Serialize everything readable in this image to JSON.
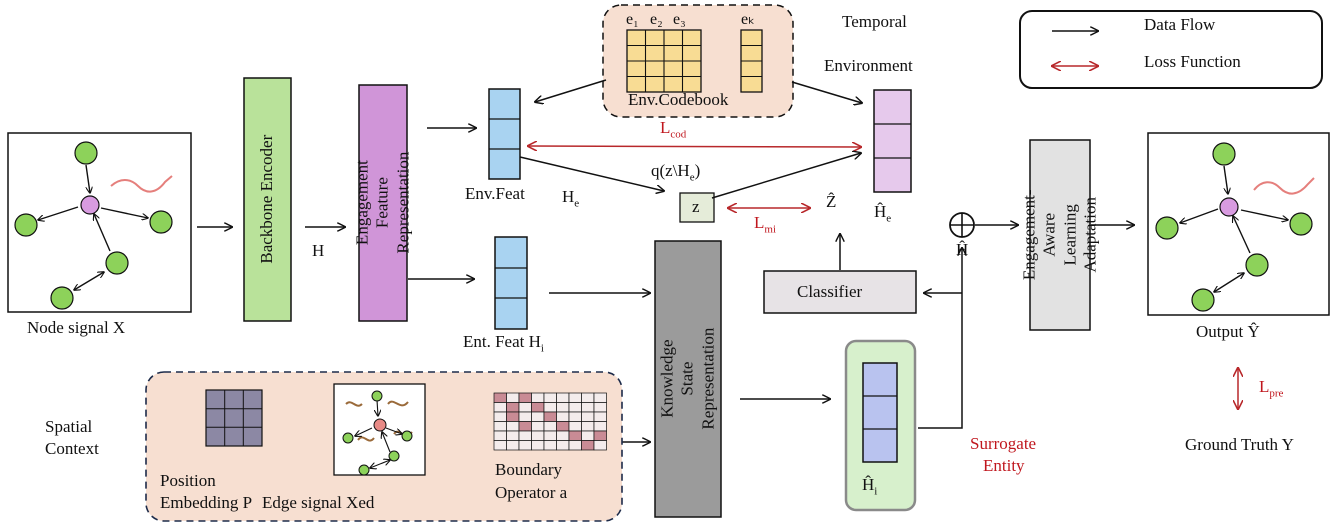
{
  "legend": {
    "data_flow": "Data Flow",
    "loss_function": "Loss Function"
  },
  "labels": {
    "node_signal": "Node signal X",
    "h": "H",
    "backbone": "Backbone Encoder",
    "engagement_feature": "Engagement Feature Representation",
    "env_feat": "Env.Feat",
    "env_codebook": "Env.Codebook",
    "codebook_entries": [
      "e₁",
      "e₂",
      "e₃",
      "eₖ"
    ],
    "temporal": "Temporal",
    "environment": "Environment",
    "l_cod": "L",
    "l_cod_sub": "cod",
    "q_z": "q(z\\H",
    "q_z_sub": "e",
    "q_z_close": ")",
    "h_e": "H",
    "h_e_sub": "e",
    "z": "z",
    "l_mi": "L",
    "l_mi_sub": "mi",
    "z_hat": "Ẑ",
    "h_hat_e": "Ĥ",
    "h_hat_e_sub": "e",
    "ent_feat": "Ent. Feat H",
    "ent_feat_sub": "i",
    "knowledge_state": "Knowledge State Representation",
    "classifier": "Classifier",
    "h_hat": "Ĥ",
    "engagement_aware": "Engagement-Aware Learning Adaptation",
    "output": "Output Ŷ",
    "l_pre": "L",
    "l_pre_sub": "pre",
    "ground_truth": "Ground Truth Y",
    "surrogate_1": "Surrogate",
    "surrogate_2": "Entity",
    "h_hat_i": "Ĥ",
    "h_hat_i_sub": "i",
    "spatial_1": "Spatial",
    "spatial_2": "Context",
    "position_1": "Position",
    "position_2": "Embedding P",
    "edge_signal": "Edge signal Xed",
    "boundary_1": "Boundary",
    "boundary_2": "Operator a",
    "oplus": "⊕"
  },
  "colors": {
    "green_node": "#8dd25a",
    "purple_node": "#d89be0",
    "backbone": "#b9e29a",
    "engagement": "#d095d8",
    "feature_blue": "#a9d3f1",
    "codebook_yellow": "#f8dc94",
    "codebook_bg": "#f7dfd1",
    "env_pink": "#e6c9ec",
    "knowledge_gray": "#9b9b9b",
    "classifier_gray": "#e7e3e6",
    "surrogate_green": "#d7f0cc",
    "hi_blue": "#b9c3ef",
    "loss_red": "#b8282b"
  }
}
